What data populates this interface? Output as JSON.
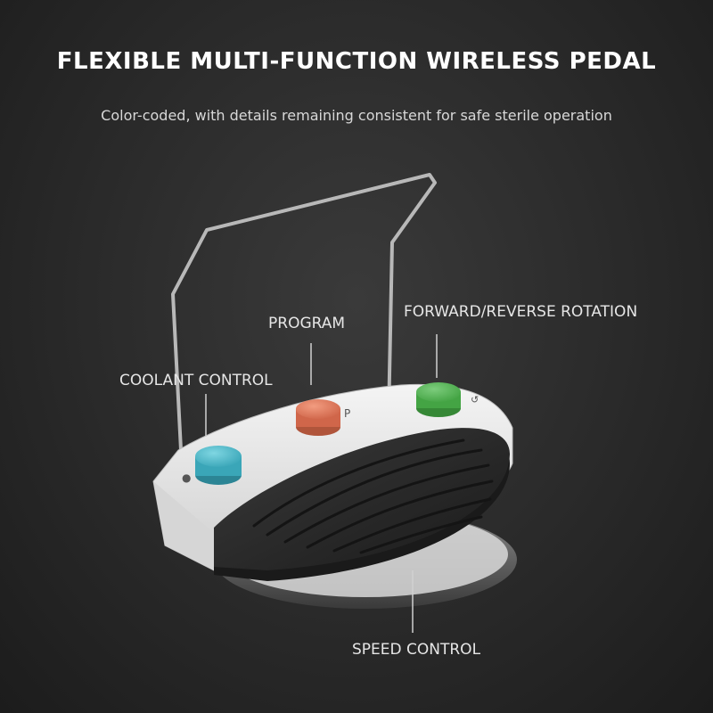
{
  "header": {
    "title": "FLEXIBLE MULTI-FUNCTION WIRELESS PEDAL",
    "subtitle": "Color-coded, with details remaining consistent for safe sterile operation"
  },
  "callouts": {
    "program": "PROGRAM",
    "forward_reverse": "FORWARD/REVERSE ROTATION",
    "coolant": "COOLANT CONTROL",
    "speed": "SPEED CONTROL"
  },
  "colors": {
    "coolant_button": "#4ab8c8",
    "program_button": "#e07a5a",
    "forward_button": "#5cb85c",
    "pedal_body": "#e8e8e8",
    "pedal_plate": "#2a2a2a"
  },
  "icons": [
    "drop-icon",
    "p-icon",
    "rotation-icon"
  ]
}
